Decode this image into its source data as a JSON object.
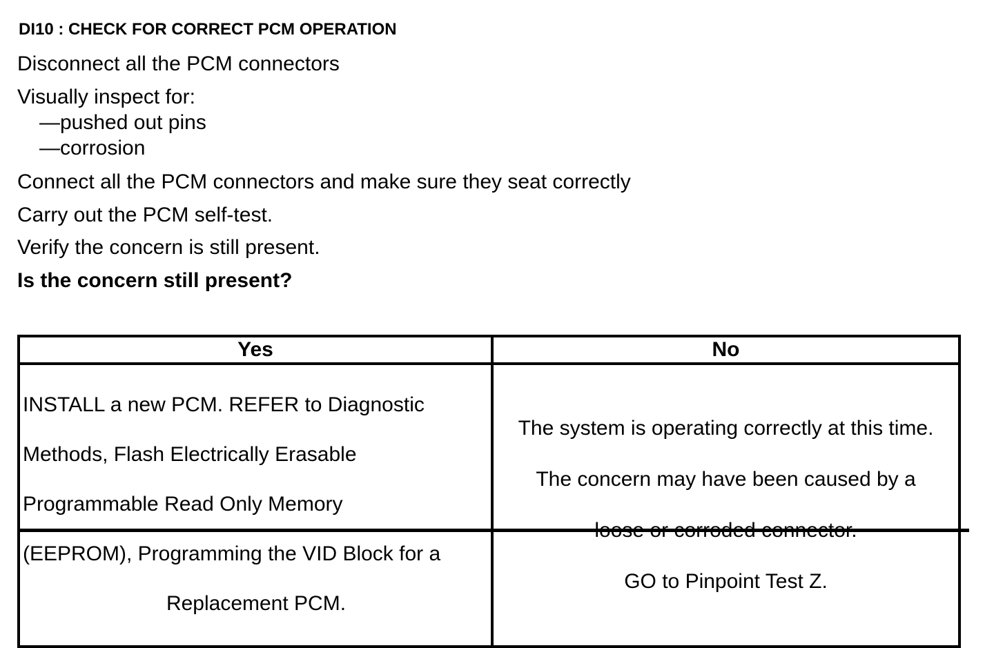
{
  "heading": "DI10 : CHECK FOR CORRECT PCM OPERATION",
  "steps": {
    "disconnect": "Disconnect all the PCM connectors",
    "inspect": "Visually inspect for:",
    "inspect_items": [
      "—pushed out pins",
      "—corrosion"
    ],
    "connect": "Connect all the PCM connectors and make sure they seat correctly",
    "self_test": "Carry out the PCM self-test.",
    "verify": "Verify the concern is still present."
  },
  "question": "Is the concern still present?",
  "table": {
    "headers": {
      "yes": "Yes",
      "no": "No"
    },
    "yes_lines": [
      "INSTALL a new PCM. REFER to Diagnostic",
      "Methods,  Flash Electrically Erasable",
      "Programmable Read Only Memory",
      "(EEPROM), Programming the VID Block for a"
    ],
    "yes_last_line": "Replacement PCM.",
    "no_lines": [
      "The system is operating correctly at this time.",
      "The concern may have been caused by a",
      "loose or corroded connector.",
      "GO to Pinpoint Test Z."
    ]
  }
}
